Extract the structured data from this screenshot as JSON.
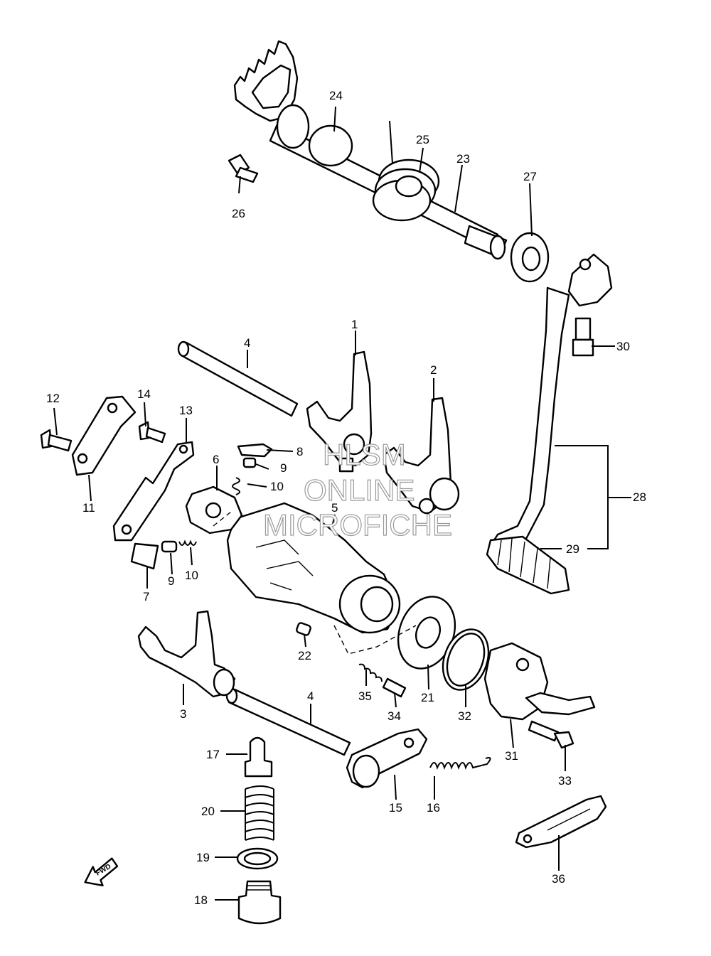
{
  "watermark": {
    "line1": "HLSM",
    "line2": "ONLINE",
    "line3": "MICROFICHE"
  },
  "fwd_label": "FWD",
  "callouts": {
    "n1": "1",
    "n2": "2",
    "n3": "3",
    "n4a": "4",
    "n4b": "4",
    "n5": "5",
    "n6": "6",
    "n7": "7",
    "n8": "8",
    "n9a": "9",
    "n9b": "9",
    "n10a": "10",
    "n10b": "10",
    "n11": "11",
    "n12": "12",
    "n13": "13",
    "n14": "14",
    "n15": "15",
    "n16": "16",
    "n17": "17",
    "n18": "18",
    "n19": "19",
    "n20": "20",
    "n21": "21",
    "n22": "22",
    "n23": "23",
    "n24": "24",
    "n25": "25",
    "n26": "26",
    "n27": "27",
    "n28": "28",
    "n29": "29",
    "n30": "30",
    "n31": "31",
    "n32": "32",
    "n33": "33",
    "n34": "34",
    "n35": "35",
    "n36": "36"
  }
}
